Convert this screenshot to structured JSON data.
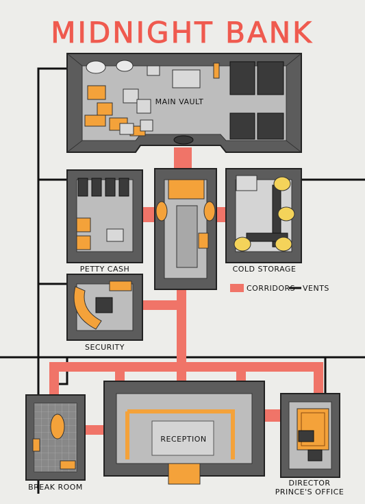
{
  "map": {
    "title": "MIDNIGHT BANK",
    "rooms": {
      "main_vault": "MAIN VAULT",
      "petty_cash": "PETTY CASH",
      "cold_storage": "COLD STORAGE",
      "security": "SECURITY",
      "reception": "RECEPTION",
      "break_room": "BREAK ROOM",
      "director_line1": "DIRECTOR",
      "director_line2": "PRINCE'S OFFICE"
    },
    "legend": {
      "corridors": "CORRIDORS",
      "vents": "VENTS"
    }
  },
  "colors": {
    "corridor": "#f07468",
    "title": "#ef5a4f",
    "wall": "#5c5c5c",
    "floor": "#bdbdbd",
    "gold": "#f4a23a",
    "vent": "#111111"
  }
}
